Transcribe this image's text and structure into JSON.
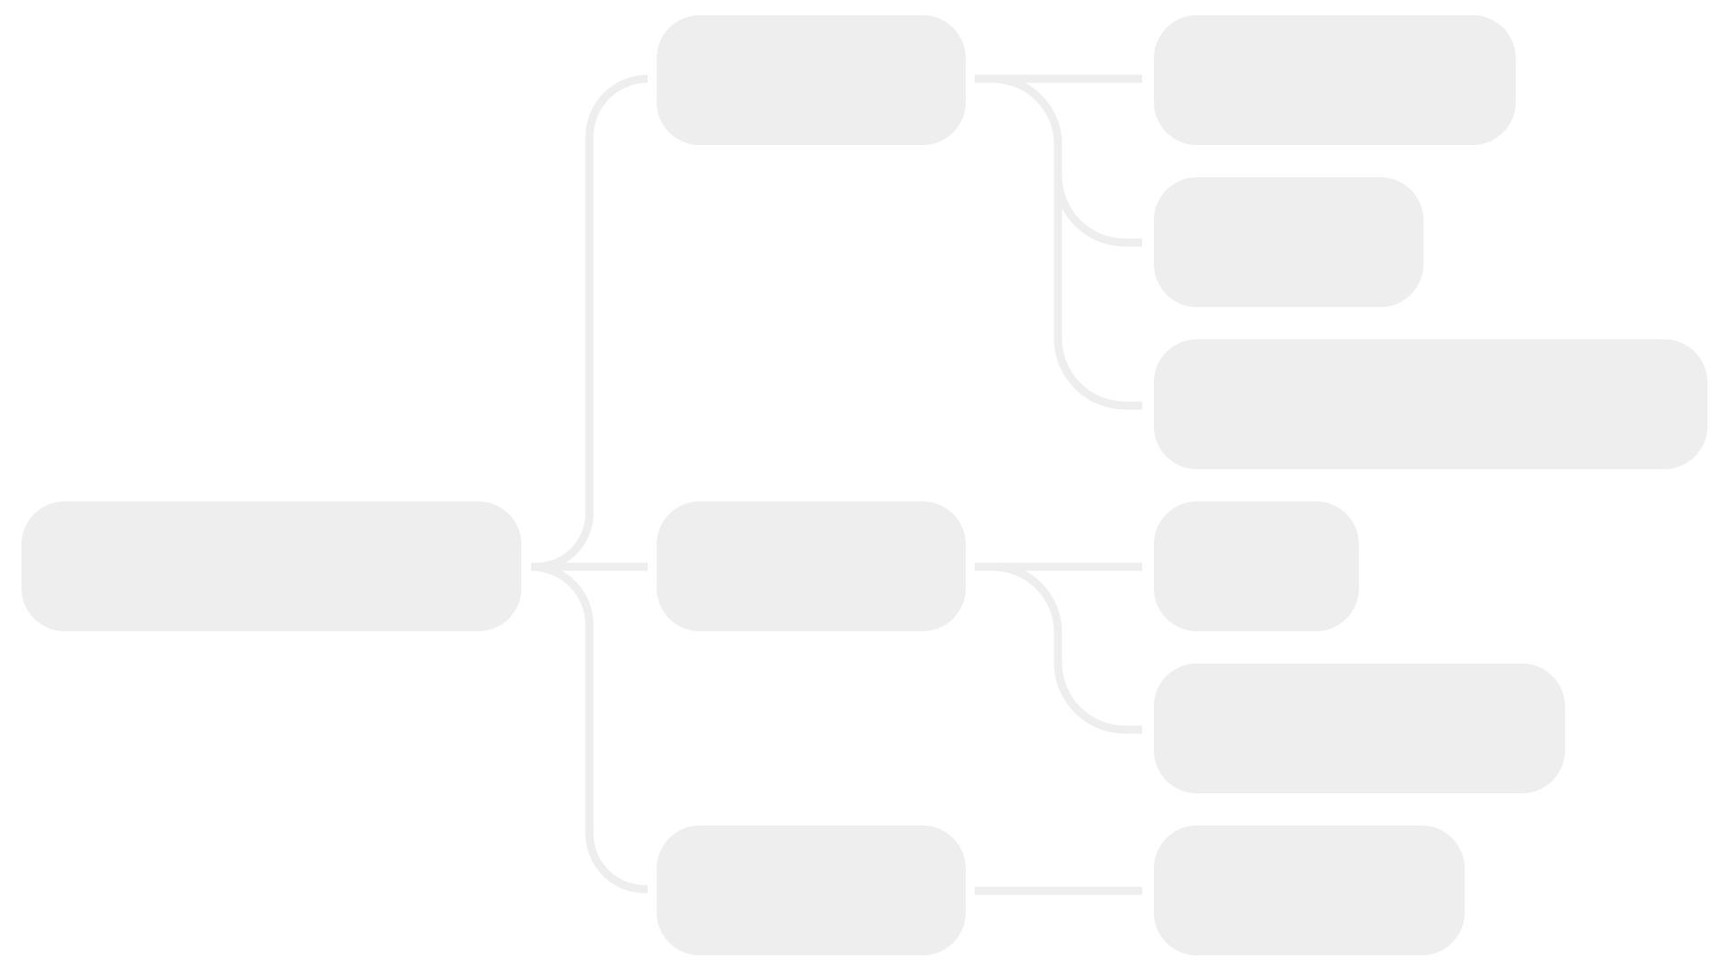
{
  "diagram": {
    "type": "mind-map",
    "colors": {
      "background": "#ffffff",
      "node_fill": "#eeeeee",
      "connector": "#eeeeee"
    },
    "root": {
      "id": "root",
      "label": ""
    },
    "branches": [
      {
        "id": "b1",
        "label": "",
        "children": [
          {
            "id": "b1c1",
            "label": ""
          },
          {
            "id": "b1c2",
            "label": ""
          },
          {
            "id": "b1c3",
            "label": ""
          }
        ]
      },
      {
        "id": "b2",
        "label": "",
        "children": [
          {
            "id": "b2c1",
            "label": ""
          },
          {
            "id": "b2c2",
            "label": ""
          }
        ]
      },
      {
        "id": "b3",
        "label": "",
        "children": [
          {
            "id": "b3c1",
            "label": ""
          }
        ]
      }
    ]
  }
}
